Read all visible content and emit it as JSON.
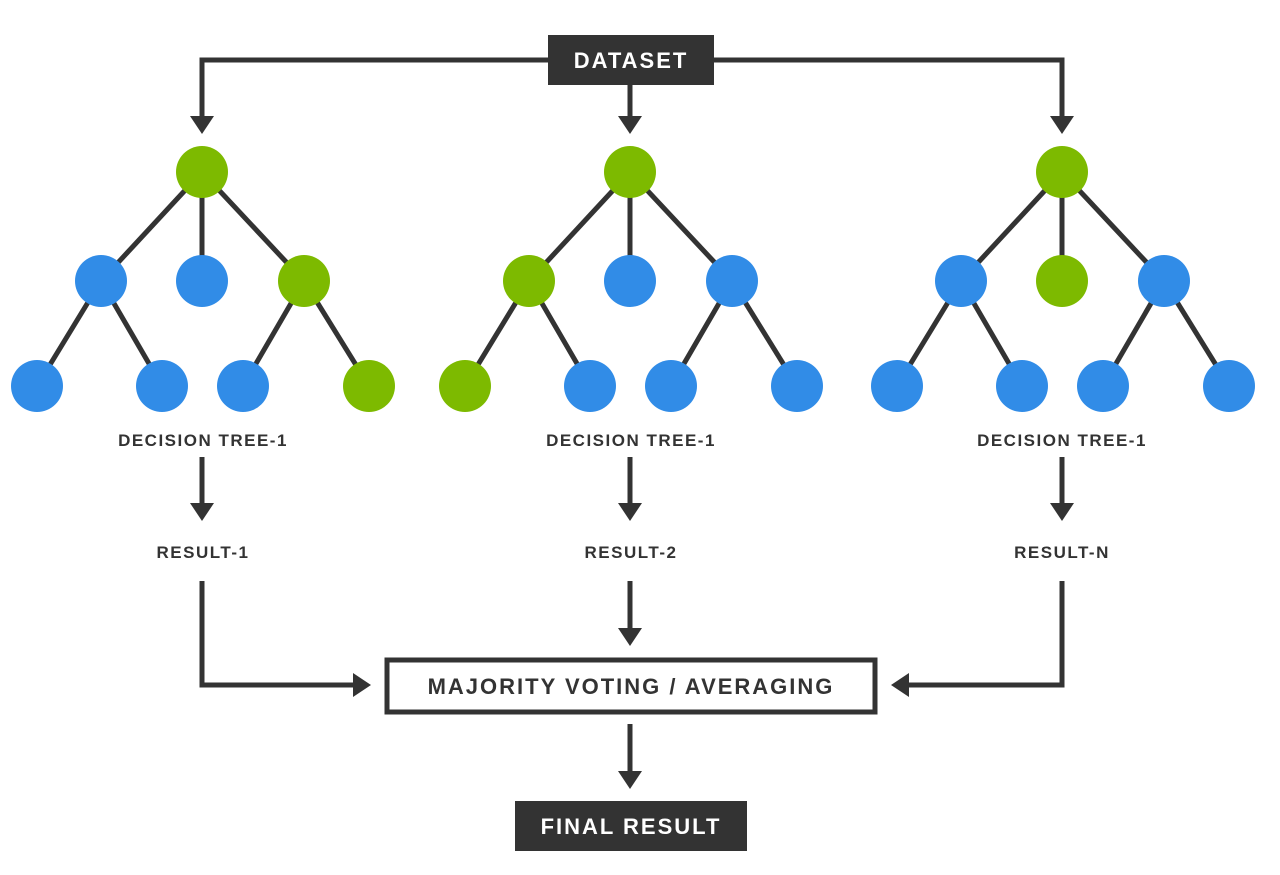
{
  "top_box": {
    "label": "DATASET"
  },
  "final_box": {
    "label": "FINAL RESULT"
  },
  "vote_box": {
    "label": "MAJORITY VOTING / AVERAGING"
  },
  "trees": [
    {
      "label": "DECISION TREE-1",
      "result": "RESULT-1",
      "root": "green",
      "children": [
        "blue",
        "blue",
        "green"
      ],
      "leaves": [
        "blue",
        "blue",
        "blue",
        "green"
      ]
    },
    {
      "label": "DECISION TREE-1",
      "result": "RESULT-2",
      "root": "green",
      "children": [
        "green",
        "blue",
        "blue"
      ],
      "leaves": [
        "green",
        "blue",
        "blue",
        "blue"
      ]
    },
    {
      "label": "DECISION TREE-1",
      "result": "RESULT-N",
      "root": "green",
      "children": [
        "blue",
        "green",
        "blue"
      ],
      "leaves": [
        "blue",
        "blue",
        "blue",
        "blue"
      ]
    }
  ],
  "colors": {
    "green": "#7dba00",
    "blue": "#318ce7",
    "ink": "#333333"
  }
}
